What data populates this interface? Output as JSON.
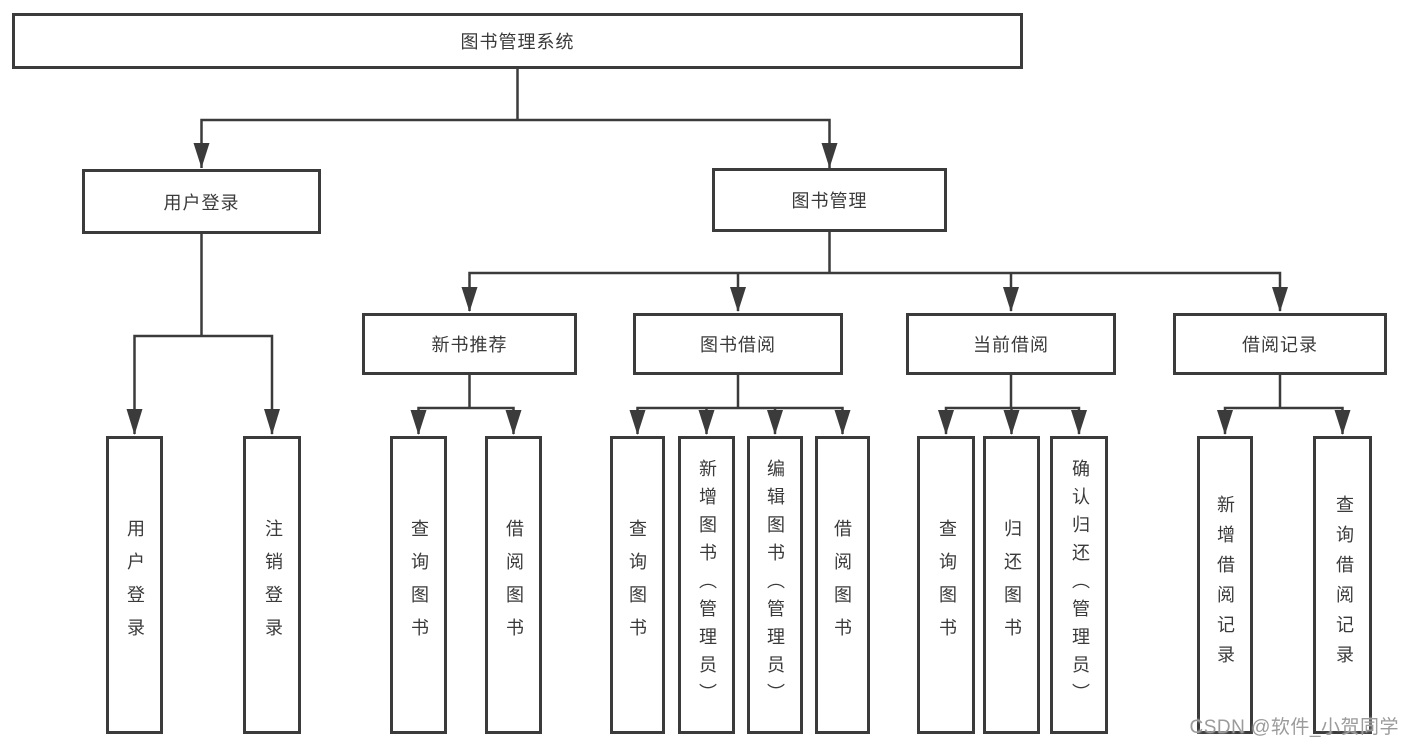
{
  "diagram": {
    "root": "图书管理系统",
    "level2": {
      "user_login": "用户登录",
      "book_management": "图书管理"
    },
    "level3": {
      "new_books": "新书推荐",
      "book_borrowing": "图书借阅",
      "current_borrowing": "当前借阅",
      "borrow_records": "借阅记录"
    },
    "leaves": {
      "user_login": "用户登录",
      "logout": "注销登录",
      "nb_query": "查询图书",
      "nb_borrow": "借阅图书",
      "bb_query": "查询图书",
      "bb_add": "新增图书（管理员）",
      "bb_edit": "编辑图书（管理员）",
      "bb_borrow": "借阅图书",
      "cb_query": "查询图书",
      "cb_return": "归还图书",
      "cb_confirm": "确认归还（管理员）",
      "br_add": "新增借阅记录",
      "br_query": "查询借阅记录"
    }
  },
  "watermark": "CSDN @软件_小贺同学",
  "colors": {
    "line": "#3b3b3b",
    "text": "#3a3a3a",
    "background": "#ffffff",
    "watermark": "#9b9b9b"
  }
}
